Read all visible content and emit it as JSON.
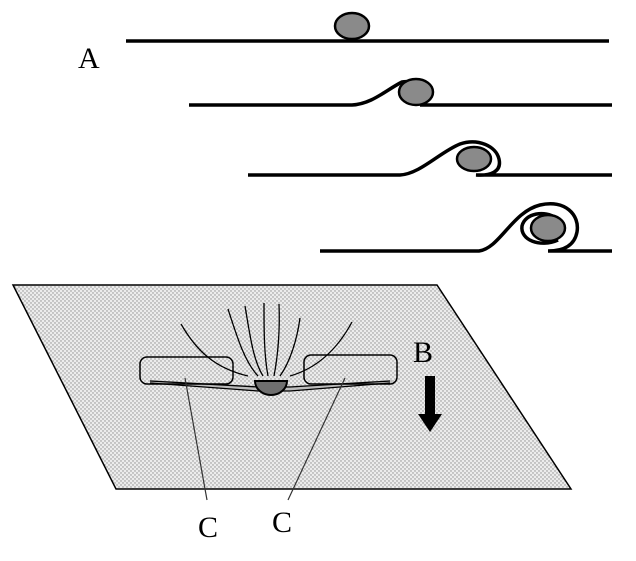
{
  "labels": {
    "a": "A",
    "b": "B",
    "c_left": "C",
    "c_right": "C"
  },
  "colors": {
    "plate_fill": "#d9d9d9",
    "ball_fill": "#8a8a8a",
    "line": "#000000"
  }
}
